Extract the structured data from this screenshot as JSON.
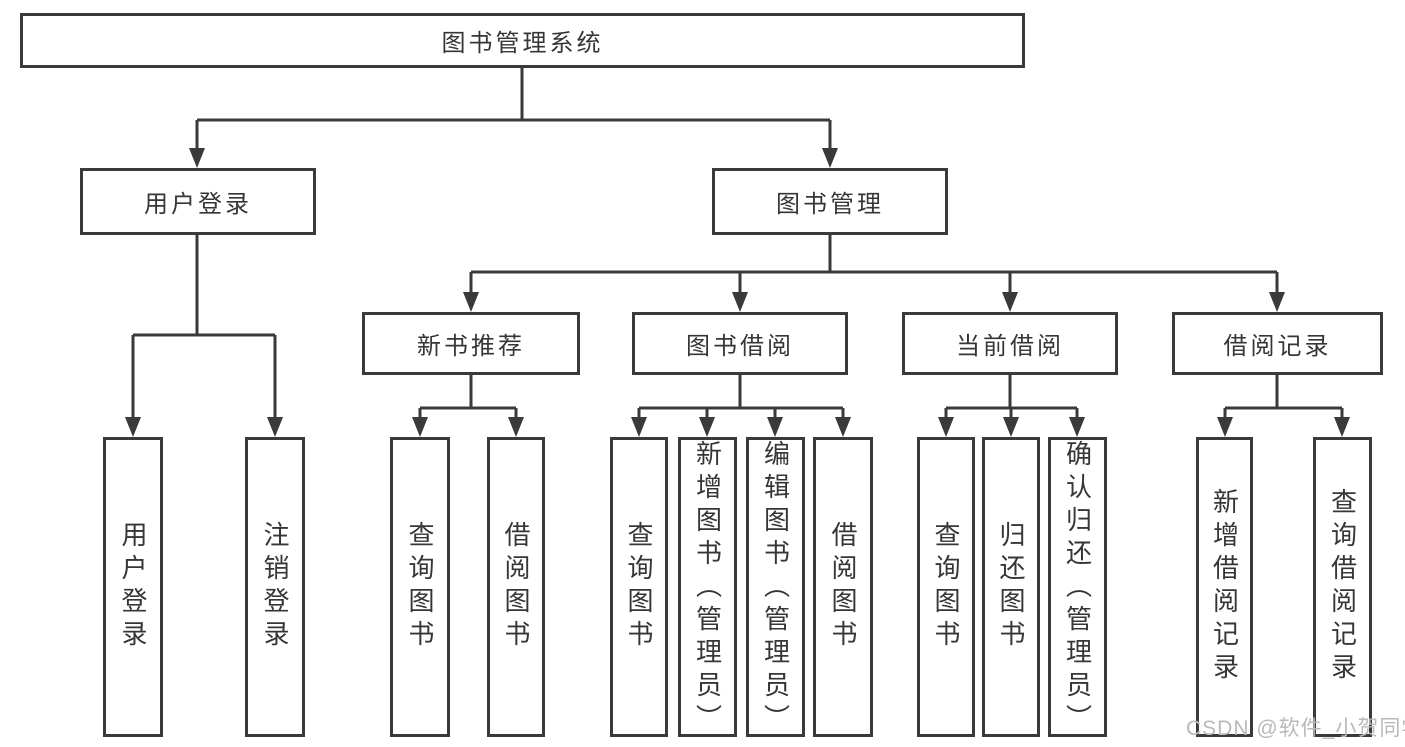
{
  "diagram": {
    "root": {
      "label": "图书管理系统"
    },
    "level2": {
      "user_login": {
        "label": "用户登录"
      },
      "book_mgmt": {
        "label": "图书管理"
      }
    },
    "level3": {
      "new_books": {
        "label": "新书推荐"
      },
      "book_borrow": {
        "label": "图书借阅"
      },
      "current_borrow": {
        "label": "当前借阅"
      },
      "borrow_records": {
        "label": "借阅记录"
      }
    },
    "level4": {
      "user_login_leaf": {
        "label": "用户登录"
      },
      "logout": {
        "label": "注销登录"
      },
      "nb_query": {
        "label": "查询图书"
      },
      "nb_borrow": {
        "label": "借阅图书"
      },
      "bb_query": {
        "label": "查询图书"
      },
      "bb_add": {
        "label": "新增图书（管理员）"
      },
      "bb_edit": {
        "label": "编辑图书（管理员）"
      },
      "bb_borrow": {
        "label": "借阅图书"
      },
      "cb_query": {
        "label": "查询图书"
      },
      "cb_return": {
        "label": "归还图书"
      },
      "cb_confirm": {
        "label": "确认归还（管理员）"
      },
      "rec_add": {
        "label": "新增借阅记录"
      },
      "rec_query": {
        "label": "查询借阅记录"
      }
    }
  },
  "watermark": "CSDN @软件_小贺同学",
  "colors": {
    "line": "#3a3a3a",
    "text": "#363636",
    "watermark": "#b9b9b9",
    "background": "#ffffff"
  }
}
